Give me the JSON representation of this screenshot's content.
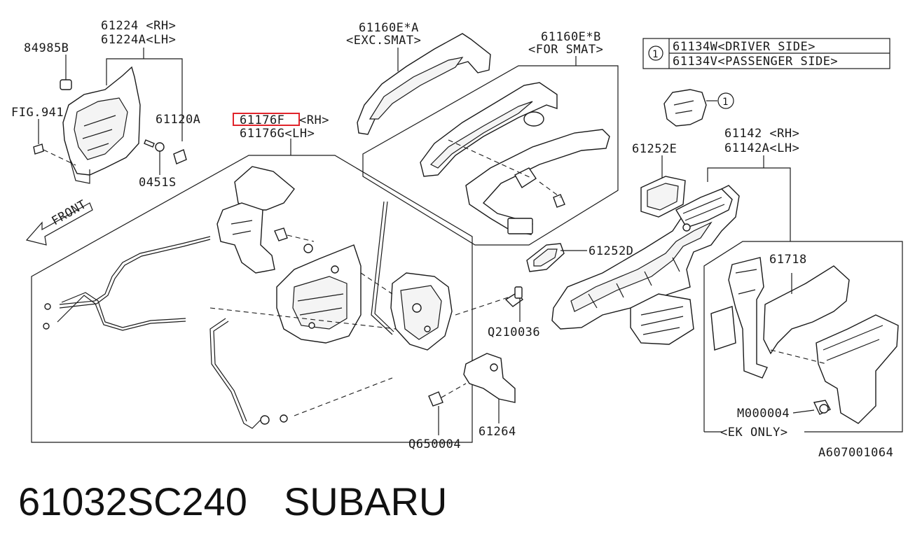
{
  "labels": {
    "p84985b": "84985B",
    "p61224": "61224 <RH>",
    "p61224a": "61224A<LH>",
    "fig941": "FIG.941",
    "p61120a": "61120A",
    "p0451s": "0451S",
    "p61176f": "61176F",
    "p61176f_rh": "<RH>",
    "p61176g": "61176G<LH>",
    "front": "FRONT",
    "p61160ea": "61160E*A",
    "excsmat": "<EXC.SMAT>",
    "p61160eb": "61160E*B",
    "forsmat": "<FOR SMAT>",
    "callout_num": "1",
    "p61134w": "61134W<DRIVER SIDE>",
    "p61134v": "61134V<PASSENGER SIDE>",
    "callout_ref": "1",
    "p61142": "61142 <RH>",
    "p61142a": "61142A<LH>",
    "p61252e": "61252E",
    "p61252d": "61252D",
    "p61718": "61718",
    "q210036": "Q210036",
    "p61264": "61264",
    "q650004": "Q650004",
    "m000004": "M000004",
    "ekonly": "<EK ONLY>",
    "diagram_id": "A607001064"
  },
  "caption": {
    "part_number": "61032SC240",
    "brand": "SUBARU"
  },
  "colors": {
    "highlight": "#e0242b",
    "ink": "#1a1a1a",
    "background": "#ffffff"
  }
}
